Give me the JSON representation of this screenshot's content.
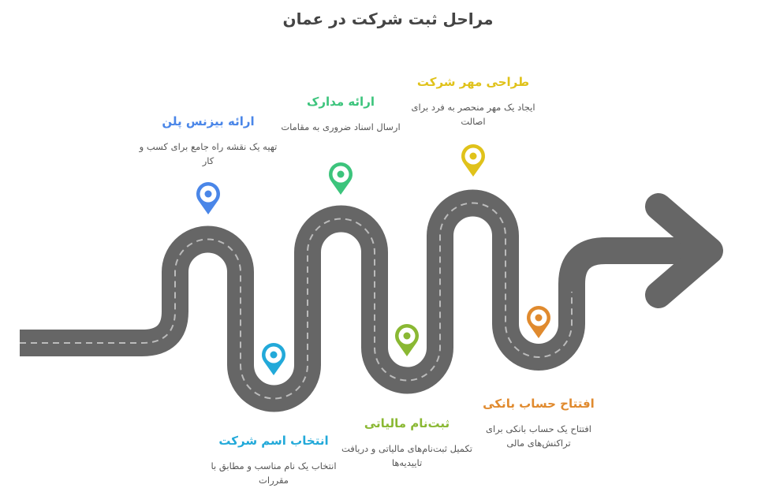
{
  "title": "مراحل ثبت شرکت در عمان",
  "steps": [
    {
      "title": "ارائه بیزنس پلن",
      "desc": "تهیه یک نقشه راه جامع برای کسب و کار",
      "color": "#4a86e8"
    },
    {
      "title": "انتخاب اسم شرکت",
      "desc": "انتخاب یک نام مناسب و مطابق با مقررات",
      "color": "#22a9d9"
    },
    {
      "title": "ارائه مدارک",
      "desc": "ارسال اسناد ضروری به مقامات",
      "color": "#3cc47c"
    },
    {
      "title": "ثبت‌نام مالیاتی",
      "desc": "تکمیل ثبت‌نام‌های مالیاتی و دریافت تاییدیه‌ها",
      "color": "#8ab833"
    },
    {
      "title": "طراحی مهر شرکت",
      "desc": "ایجاد یک مهر منحصر به فرد برای اصالت",
      "color": "#e0c21a"
    },
    {
      "title": "افتتاح حساب بانکی",
      "desc": "افتتاح یک حساب بانکی برای تراکنش‌های مالی",
      "color": "#e08a2e"
    }
  ]
}
